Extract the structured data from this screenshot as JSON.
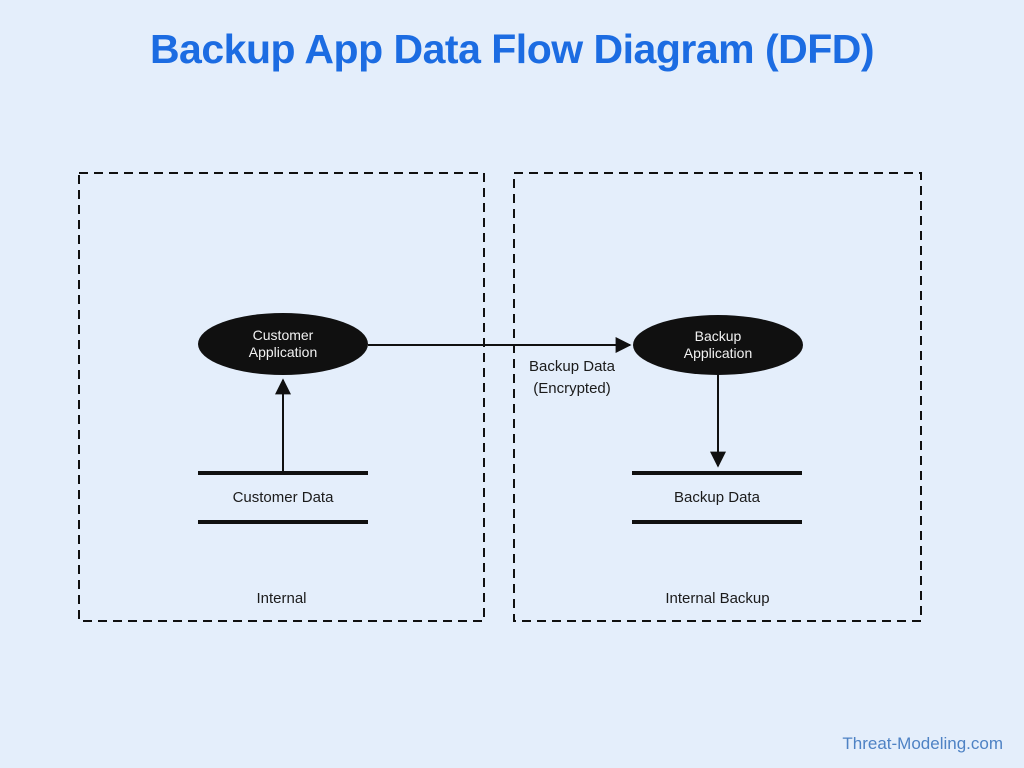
{
  "title": "Backup App Data Flow Diagram (DFD)",
  "colors": {
    "background": "#e4eefb",
    "title_text": "#1c6ce2",
    "shape_fill": "#101010",
    "shape_text": "#f2f2f2",
    "label_text": "#1b1b1b",
    "watermark_text": "#4e82c4"
  },
  "boundaries": [
    {
      "label": "Internal"
    },
    {
      "label": "Internal Backup"
    }
  ],
  "processes": [
    {
      "line1": "Customer",
      "line2": "Application"
    },
    {
      "line1": "Backup",
      "line2": "Application"
    }
  ],
  "datastores": [
    {
      "label": "Customer Data"
    },
    {
      "label": "Backup Data"
    }
  ],
  "flow": {
    "line1": "Backup Data",
    "line2": "(Encrypted)"
  },
  "watermark": "Threat-Modeling.com"
}
